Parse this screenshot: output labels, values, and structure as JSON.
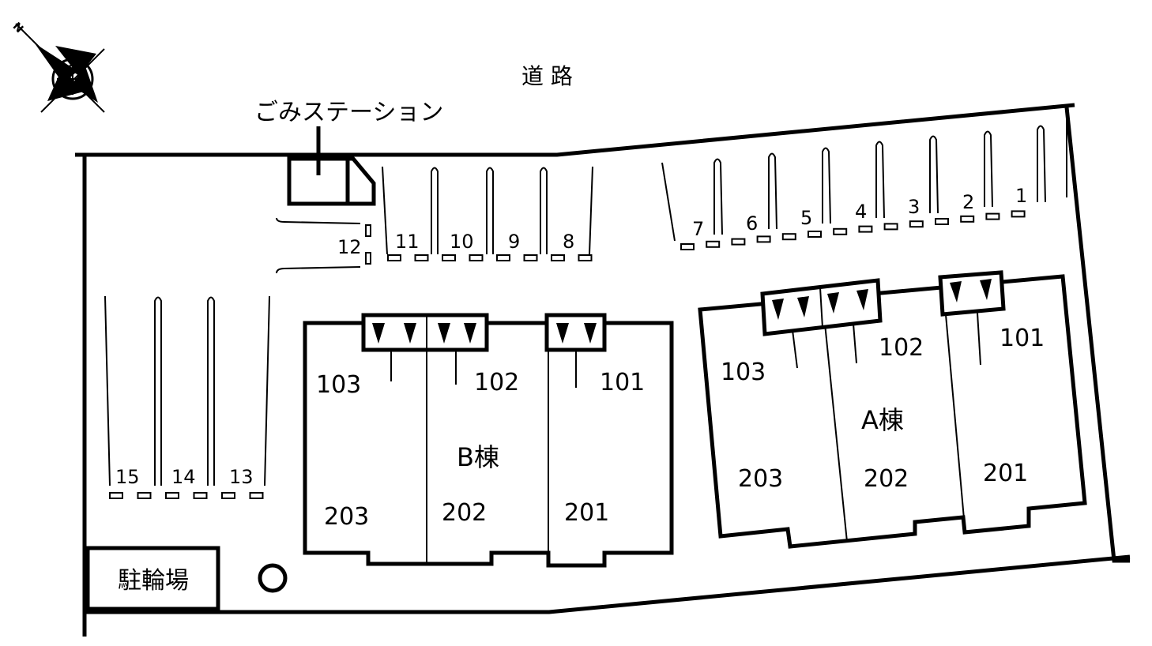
{
  "compass": {
    "north_letter": "N"
  },
  "road_label": "道 路",
  "garbage_station_label": "ごみステーション",
  "bicycle_parking_label": "駐輪場",
  "parking_spaces": {
    "top_right": [
      "1",
      "2",
      "3",
      "4",
      "5",
      "6",
      "7"
    ],
    "top_middle": [
      "8",
      "9",
      "10",
      "11"
    ],
    "side": [
      "12"
    ],
    "left": [
      "13",
      "14",
      "15"
    ]
  },
  "building_a": {
    "label": "A棟",
    "rooms_ground": [
      "101",
      "102",
      "103"
    ],
    "rooms_upper": [
      "201",
      "202",
      "203"
    ]
  },
  "building_b": {
    "label": "B棟",
    "rooms_ground": [
      "101",
      "102",
      "103"
    ],
    "rooms_upper": [
      "201",
      "202",
      "203"
    ]
  },
  "colors": {
    "ink": "#000000",
    "paper": "#ffffff"
  }
}
